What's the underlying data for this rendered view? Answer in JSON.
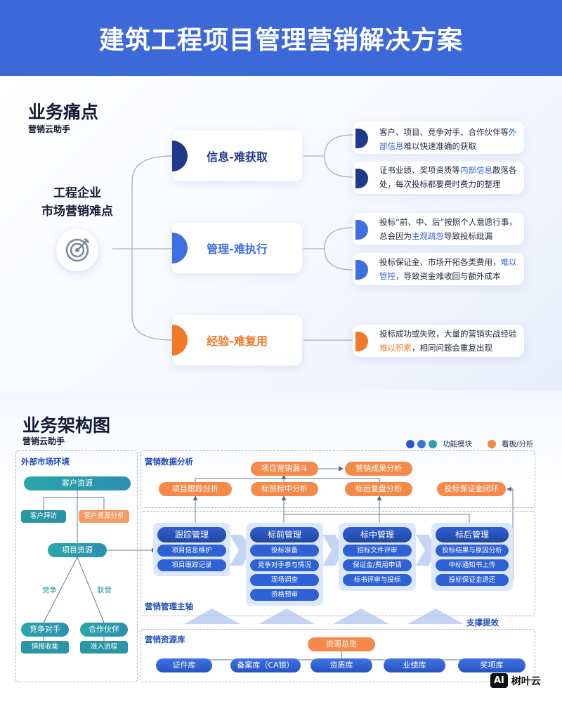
{
  "title": "建筑工程项目管理营销解决方案",
  "pain": {
    "heading": "业务痛点",
    "subheading": "营销云助手",
    "center_label_line1": "工程企业",
    "center_label_line2": "市场营销难点",
    "categories": [
      {
        "label": "信息-难获取",
        "color": "#1f3a8a",
        "points": [
          {
            "pre": "客户、项目、竞争对手、合作伙伴等",
            "hl": "外部信息",
            "post": "难以快速准确的获取"
          },
          {
            "pre": "证书业绩、奖项资质等",
            "hl": "内部信息",
            "post": "散落各处，每次投标都要费时费力的整理"
          }
        ]
      },
      {
        "label": "管理-难执行",
        "color": "#3f6fe0",
        "points": [
          {
            "pre": "投标“前、中、后”按照个人意愿行事，总会因为",
            "hl": "主观疏忽",
            "post": "导致投标纰漏"
          },
          {
            "pre": "投标保证金、市场开拓各类费用，",
            "hl": "难以管控",
            "post": "，导致资金难收回与额外成本"
          }
        ]
      },
      {
        "label": "经验-难复用",
        "color": "#f07a28",
        "points": [
          {
            "pre": "投标成功或失败，大量的营销实战经验",
            "hl": "难以积累",
            "post": "，相同问题会重复出现"
          }
        ]
      }
    ]
  },
  "arch": {
    "heading": "业务架构图",
    "subheading": "营销云助手",
    "legend": {
      "func_label": "功能模块",
      "board_label": "看板/分析",
      "func_colors": [
        "#2d57c9",
        "#3d71de",
        "#2b9fb0"
      ],
      "board_color": "#f4894a"
    },
    "market": {
      "title": "外部市场环境",
      "customer_resource": "客户资源",
      "visit": "客户拜访",
      "customer_analysis": "客户资源分析",
      "project_resource": "项目资源",
      "compete_label": "竞争",
      "partner_label": "联营",
      "competitor": "竞争对手",
      "partner": "合作伙伴",
      "intel": "情报收集",
      "admission": "准入流程"
    },
    "analysis": {
      "title": "营销数据分析",
      "funnel": "项目营销漏斗",
      "result": "营销成果分析",
      "tracking": "项目跟踪分析",
      "prebid": "标前标中分析",
      "postbid": "标后复盘分析",
      "deposit": "投标保证金闭环"
    },
    "main": {
      "title": "营销管理主轴",
      "support": "支撑提效",
      "columns": [
        {
          "head": "跟踪管理",
          "items": [
            "项目信息维护",
            "项目跟踪记录"
          ]
        },
        {
          "head": "标前管理",
          "items": [
            "投标准备",
            "竞争对手参与情况",
            "现场调查",
            "资格预审"
          ]
        },
        {
          "head": "标中管理",
          "items": [
            "招标文件评审",
            "保证金/费用申请",
            "标书评审与投标"
          ]
        },
        {
          "head": "标后管理",
          "items": [
            "投标结果与原因分析",
            "中标通知书上传",
            "投标保证金退还"
          ]
        }
      ]
    },
    "library": {
      "title": "营销资源库",
      "overview": "资源总览",
      "items": [
        "证件库",
        "备案库（CA锁）",
        "资质库",
        "业绩库",
        "奖项库"
      ]
    }
  },
  "watermark": {
    "badge": "AI",
    "text": "树叶云"
  }
}
